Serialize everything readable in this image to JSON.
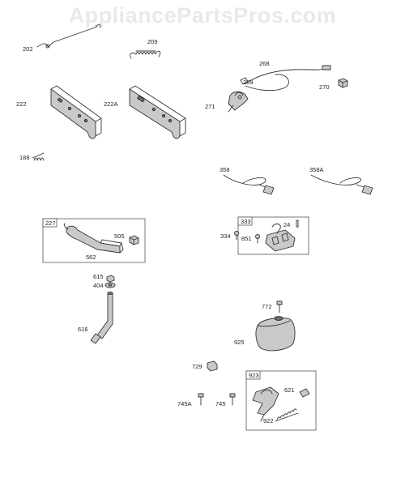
{
  "watermark": "AppliancePartsPros.com",
  "parts": [
    {
      "id": "p202",
      "label": "202"
    },
    {
      "id": "p209",
      "label": "209"
    },
    {
      "id": "p268",
      "label": "268"
    },
    {
      "id": "p269",
      "label": "269"
    },
    {
      "id": "p270",
      "label": "270"
    },
    {
      "id": "p271",
      "label": "271"
    },
    {
      "id": "p222",
      "label": "222"
    },
    {
      "id": "p222A",
      "label": "222A"
    },
    {
      "id": "p188",
      "label": "188"
    },
    {
      "id": "p358",
      "label": "358"
    },
    {
      "id": "p358A",
      "label": "358A"
    },
    {
      "id": "p227",
      "label": "227"
    },
    {
      "id": "p505",
      "label": "505"
    },
    {
      "id": "p562",
      "label": "562"
    },
    {
      "id": "p333",
      "label": "333"
    },
    {
      "id": "p24",
      "label": "24"
    },
    {
      "id": "p334",
      "label": "334"
    },
    {
      "id": "p851",
      "label": "851"
    },
    {
      "id": "p615",
      "label": "615"
    },
    {
      "id": "p404",
      "label": "404"
    },
    {
      "id": "p616",
      "label": "616"
    },
    {
      "id": "p772",
      "label": "772"
    },
    {
      "id": "p925",
      "label": "925"
    },
    {
      "id": "p729",
      "label": "729"
    },
    {
      "id": "p923",
      "label": "923"
    },
    {
      "id": "p621",
      "label": "621"
    },
    {
      "id": "p745A",
      "label": "745A"
    },
    {
      "id": "p745",
      "label": "745"
    },
    {
      "id": "p922",
      "label": "922"
    }
  ]
}
